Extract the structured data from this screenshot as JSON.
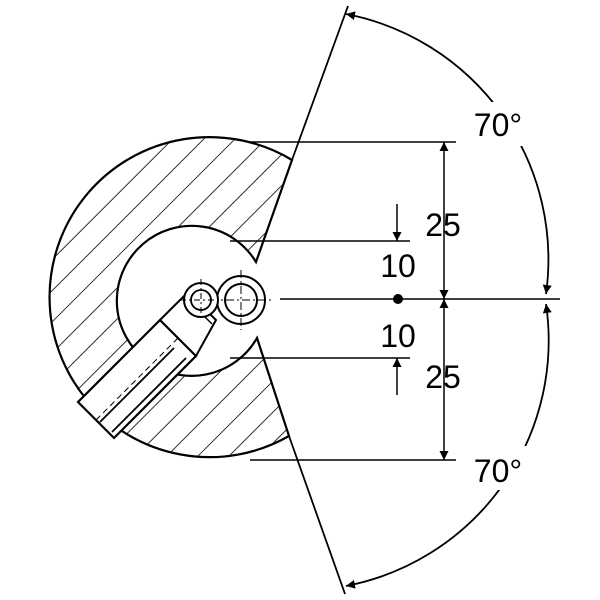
{
  "diagram": {
    "colors": {
      "ink": "#000000",
      "paper": "#ffffff"
    },
    "angle_top": "70°",
    "angle_bottom": "70°",
    "dim_upper_outer": "25",
    "dim_upper_inner": "10",
    "dim_lower_inner": "10",
    "dim_lower_outer": "25"
  }
}
